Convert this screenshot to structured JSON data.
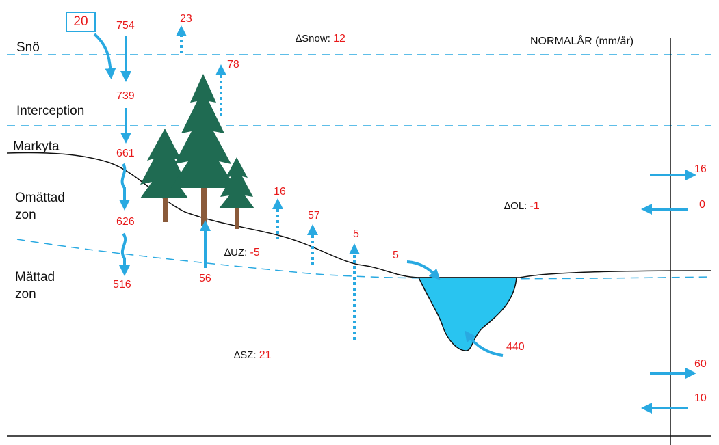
{
  "title": "NORMALÅR (mm/år)",
  "layers": {
    "snow": "Snö",
    "interception": "Interception",
    "surface": "Markyta",
    "unsaturated": "Omättad\nzon",
    "saturated": "Mättad\nzon"
  },
  "precipitation_boxed": "20",
  "flows": {
    "precip": "754",
    "snow_out": "739",
    "interception_out": "661",
    "infiltration": "626",
    "percolation": "516",
    "snow_evap": "23",
    "interception_evap": "78",
    "transpiration_uptake": "56",
    "uz_evap": "16",
    "uz_evap2": "57",
    "sz_evap": "5",
    "surface_to_lake": "5",
    "gw_to_lake": "440",
    "ol_out": "16",
    "ol_in": "0",
    "sz_out": "60",
    "sz_in": "10"
  },
  "deltas": {
    "snow": {
      "label": "∆Snow:",
      "value": "12"
    },
    "uz": {
      "label": "∆UZ:",
      "value": "-5"
    },
    "ol": {
      "label": "∆OL:",
      "value": "-1"
    },
    "sz": {
      "label": "∆SZ:",
      "value": "21"
    }
  },
  "colors": {
    "arrow": "#29a9e1",
    "value": "#e8191a",
    "lake": "#29c4f0",
    "tree": "#1f6b52"
  },
  "icons": [
    "tree-icon",
    "lake-icon"
  ]
}
